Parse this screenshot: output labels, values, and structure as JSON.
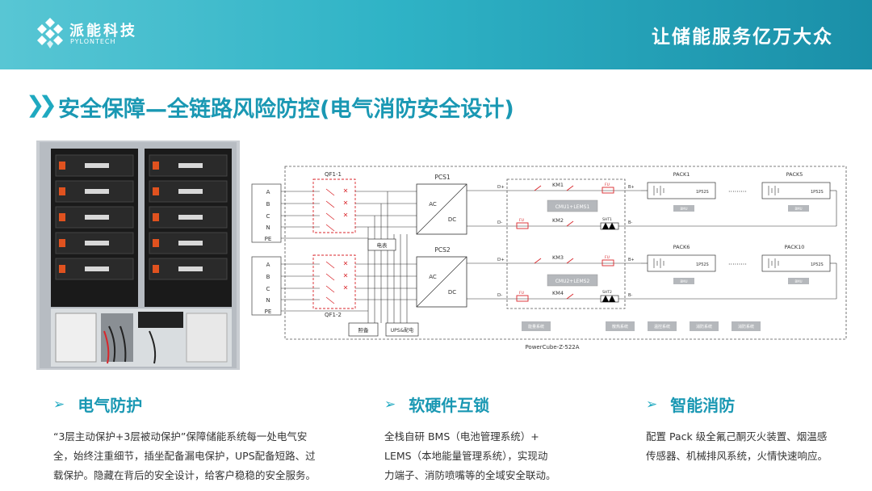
{
  "header": {
    "brand_cn": "派能科技",
    "brand_en": "PYLONTECH",
    "slogan": "让储能服务亿万大众"
  },
  "title": "安全保障—全链路风险防控(电气消防安全设计)",
  "diagram": {
    "qf_top": "QF1-1",
    "qf_bottom": "QF1-2",
    "phases": [
      "A",
      "B",
      "C",
      "N",
      "PE"
    ],
    "pcs1": "PCS1",
    "pcs2": "PCS2",
    "ac": "AC",
    "dc": "DC",
    "meter": "电表",
    "fire_box": "照备",
    "ups_box": "UPS&配电",
    "km1": "KM1",
    "km2": "KM2",
    "km3": "KM3",
    "km4": "KM4",
    "cmu1": "CMU1+LEMS1",
    "cmu2": "CMU2+LEMS2",
    "sht1": "SHT1",
    "sht2": "SHT2",
    "fu": "FU",
    "pack1": "PACK1",
    "pack5": "PACK5",
    "pack6": "PACK6",
    "pack10": "PACK10",
    "pack_cell": "1P52S",
    "bmu": "BMU",
    "dplus": "D+",
    "dminus": "D-",
    "bplus": "B+",
    "bminus": "B-",
    "systems": [
      "能量系统",
      "散热系统",
      "温控系统",
      "消防系统",
      "消防系统"
    ],
    "footer": "PowerCube-Z-522A",
    "dots": "·········"
  },
  "features": [
    {
      "title": "电气防护",
      "lines": [
        "“3层主动保护+3层被动保护”保障储能系统每一处电气安",
        "全，始终注重细节，插坐配备漏电保护，UPS配备短路、过",
        "载保护。隐藏在背后的安全设计，给客户稳稳的安全服务。"
      ]
    },
    {
      "title": "软硬件互锁",
      "lines": [
        "全栈自研 BMS（电池管理系统）+",
        "LEMS（本地能量管理系统），实现动",
        "力端子、消防喷嘴等的全域安全联动。"
      ]
    },
    {
      "title": "智能消防",
      "lines": [
        "配置 Pack 级全氟己酮灭火装置、烟温感",
        "传感器、机械排风系统，火情快速响应。"
      ]
    }
  ],
  "colors": {
    "accent": "#1a98b3",
    "header_start": "#58c6d4",
    "header_end": "#1a8fa8",
    "red": "#d9262b"
  }
}
